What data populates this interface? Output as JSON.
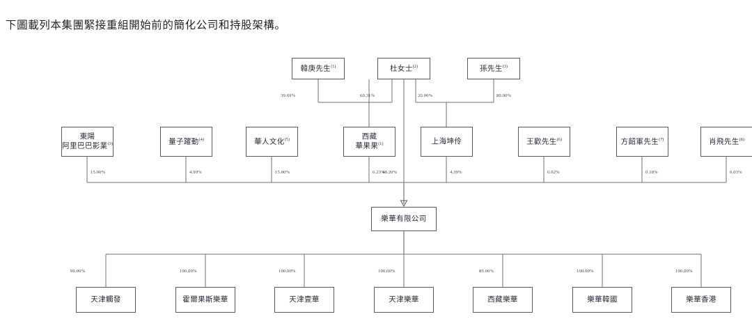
{
  "caption": "下圖載列本集團緊接重組開始前的簡化公司和持股架構。",
  "colors": {
    "line": "#6e6e78",
    "box_border": "#5a5a63",
    "text": "#2b2b3a",
    "background": "#ffffff"
  },
  "chart_data": {
    "type": "diagram",
    "title": "下圖載列本集團緊接重組開始前的簡化公司和持股架構。",
    "diagram_kind": "shareholding-structure-org-chart",
    "levels": [
      {
        "level": 1,
        "nodes": [
          {
            "id": "han",
            "label": "韓庚先生",
            "note": "(1)"
          },
          {
            "id": "du",
            "label": "杜女士",
            "note": "(2)"
          },
          {
            "id": "sun",
            "label": "孫先生",
            "note": "(3)"
          }
        ]
      },
      {
        "level": 2,
        "nodes": [
          {
            "id": "dongyang",
            "label_lines": [
              "東陽",
              "阿里巴巴影業"
            ],
            "note": "(3)"
          },
          {
            "id": "liangzi",
            "label_lines": [
              "量子躍動"
            ],
            "note": "(4)"
          },
          {
            "id": "huaren",
            "label_lines": [
              "華人文化"
            ],
            "note": "(5)"
          },
          {
            "id": "xizang_hgg",
            "label_lines": [
              "西藏",
              "華果果"
            ],
            "note": "(1)"
          },
          {
            "id": "shanghai_kunling",
            "label_lines": [
              "上海坤伶"
            ],
            "note": ""
          },
          {
            "id": "wang",
            "label_lines": [
              "王歡先生"
            ],
            "note": "(6)"
          },
          {
            "id": "fang",
            "label_lines": [
              "方韶軍先生"
            ],
            "note": "(7)"
          },
          {
            "id": "xiao",
            "label_lines": [
              "肖飛先生"
            ],
            "note": "(8)"
          }
        ]
      },
      {
        "level": 3,
        "nodes": [
          {
            "id": "lehua",
            "label": "樂華有限公司"
          }
        ]
      },
      {
        "level": 4,
        "nodes": [
          {
            "id": "tj_chufa",
            "label": "天津觸發"
          },
          {
            "id": "huoerguosi",
            "label": "霍爾果斯樂華"
          },
          {
            "id": "tj_yihua",
            "label": "天津壹華"
          },
          {
            "id": "tj_lehua",
            "label": "天津樂華"
          },
          {
            "id": "xz_lehua",
            "label": "西藏樂華"
          },
          {
            "id": "lehua_kr",
            "label": "樂華韓國"
          },
          {
            "id": "lehua_hk",
            "label": "樂華香港"
          }
        ]
      }
    ],
    "edges": [
      {
        "from": "han",
        "to": "xizang_hgg",
        "value": "39.69%"
      },
      {
        "from": "du",
        "to": "xizang_hgg",
        "value": "60.31%"
      },
      {
        "from": "du",
        "to": "shanghai_kunling",
        "value": "20.00%"
      },
      {
        "from": "sun",
        "to": "shanghai_kunling",
        "value": "80.00%"
      },
      {
        "from": "dongyang",
        "to": "lehua",
        "value": "15.00%"
      },
      {
        "from": "liangzi",
        "to": "lehua",
        "value": "4.99%"
      },
      {
        "from": "huaren",
        "to": "lehua",
        "value": "15.00%"
      },
      {
        "from": "xizang_hgg",
        "to": "lehua",
        "value": "6.23%"
      },
      {
        "from": "du",
        "to": "lehua",
        "value": "48.20%"
      },
      {
        "from": "shanghai_kunling",
        "to": "lehua",
        "value": "4.39%"
      },
      {
        "from": "wang",
        "to": "lehua",
        "value": "6.02%"
      },
      {
        "from": "fang",
        "to": "lehua",
        "value": "0.18%"
      },
      {
        "from": "xiao",
        "to": "lehua",
        "value": "0.03%"
      },
      {
        "from": "lehua",
        "to": "tj_chufa",
        "value": "90.00%"
      },
      {
        "from": "lehua",
        "to": "huoerguosi",
        "value": "100.00%"
      },
      {
        "from": "lehua",
        "to": "tj_yihua",
        "value": "100.00%"
      },
      {
        "from": "lehua",
        "to": "tj_lehua",
        "value": "100.00%"
      },
      {
        "from": "lehua",
        "to": "xz_lehua",
        "value": "85.00%"
      },
      {
        "from": "lehua",
        "to": "lehua_kr",
        "value": "100.00%"
      },
      {
        "from": "lehua",
        "to": "lehua_hk",
        "value": "100.00%"
      }
    ]
  },
  "row1": {
    "han": {
      "label": "韓庚先生",
      "note": "(1)"
    },
    "du": {
      "label": "杜女士",
      "note": "(2)"
    },
    "sun": {
      "label": "孫先生",
      "note": "(3)"
    }
  },
  "row1_pct": {
    "han_to_hgg": "39.69%",
    "du_to_hgg": "60.31%",
    "du_to_kunling": "20.00%",
    "sun_to_kunling": "80.00%"
  },
  "row2": {
    "dongyang_l1": "東陽",
    "dongyang_l2": "阿里巴巴影業",
    "dongyang_note": "(3)",
    "liangzi": "量子躍動",
    "liangzi_note": "(4)",
    "huaren": "華人文化",
    "huaren_note": "(5)",
    "xizang_l1": "西藏",
    "xizang_l2": "華果果",
    "xizang_note": "(1)",
    "kunling": "上海坤伶",
    "wang": "王歡先生",
    "wang_note": "(6)",
    "fang": "方韶軍先生",
    "fang_note": "(7)",
    "xiao": "肖飛先生",
    "xiao_note": "(8)"
  },
  "row2_pct": {
    "dongyang": "15.00%",
    "liangzi": "4.99%",
    "huaren": "15.00%",
    "xizang": "6.23%",
    "du_direct": "48.20%",
    "kunling": "4.39%",
    "wang": "6.02%",
    "fang": "0.18%",
    "xiao": "0.03%"
  },
  "center": {
    "label": "樂華有限公司"
  },
  "row4": {
    "n1": "天津觸發",
    "n2": "霍爾果斯樂華",
    "n3": "天津壹華",
    "n4": "天津樂華",
    "n5": "西藏樂華",
    "n6": "樂華韓國",
    "n7": "樂華香港"
  },
  "row4_pct": {
    "p1": "90.00%",
    "p2": "100.00%",
    "p3": "100.00%",
    "p4": "100.00%",
    "p5": "85.00%",
    "p6": "100.00%",
    "p7": "100.00%"
  }
}
